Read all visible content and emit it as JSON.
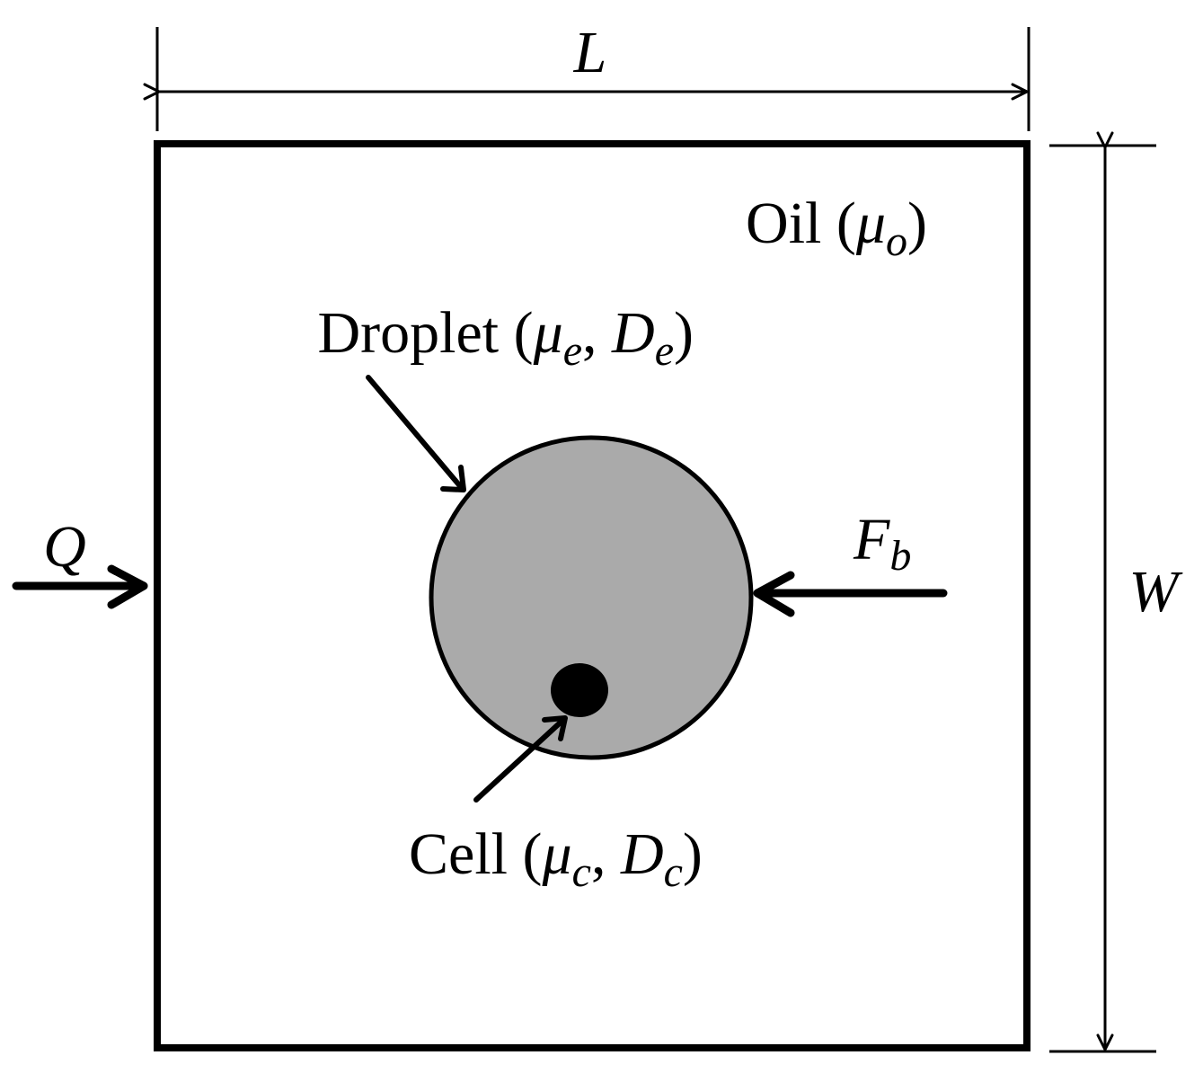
{
  "diagram": {
    "dimensions": {
      "length_symbol": "L",
      "width_symbol": "W"
    },
    "oil": {
      "name": "Oil",
      "mu": "μ",
      "mu_sub": "o"
    },
    "droplet": {
      "name": "Droplet",
      "mu": "μ",
      "mu_sub": "e",
      "d": "D",
      "d_sub": "e",
      "fill_color": "#aaaaaa"
    },
    "cell": {
      "name": "Cell",
      "mu": "μ",
      "mu_sub": "c",
      "d": "D",
      "d_sub": "c",
      "fill_color": "#000000"
    },
    "inflow": {
      "symbol": "Q"
    },
    "force": {
      "symbol": "F",
      "sub": "b"
    },
    "punct": {
      "open": "(",
      "close": ")",
      "comma": ", "
    }
  }
}
